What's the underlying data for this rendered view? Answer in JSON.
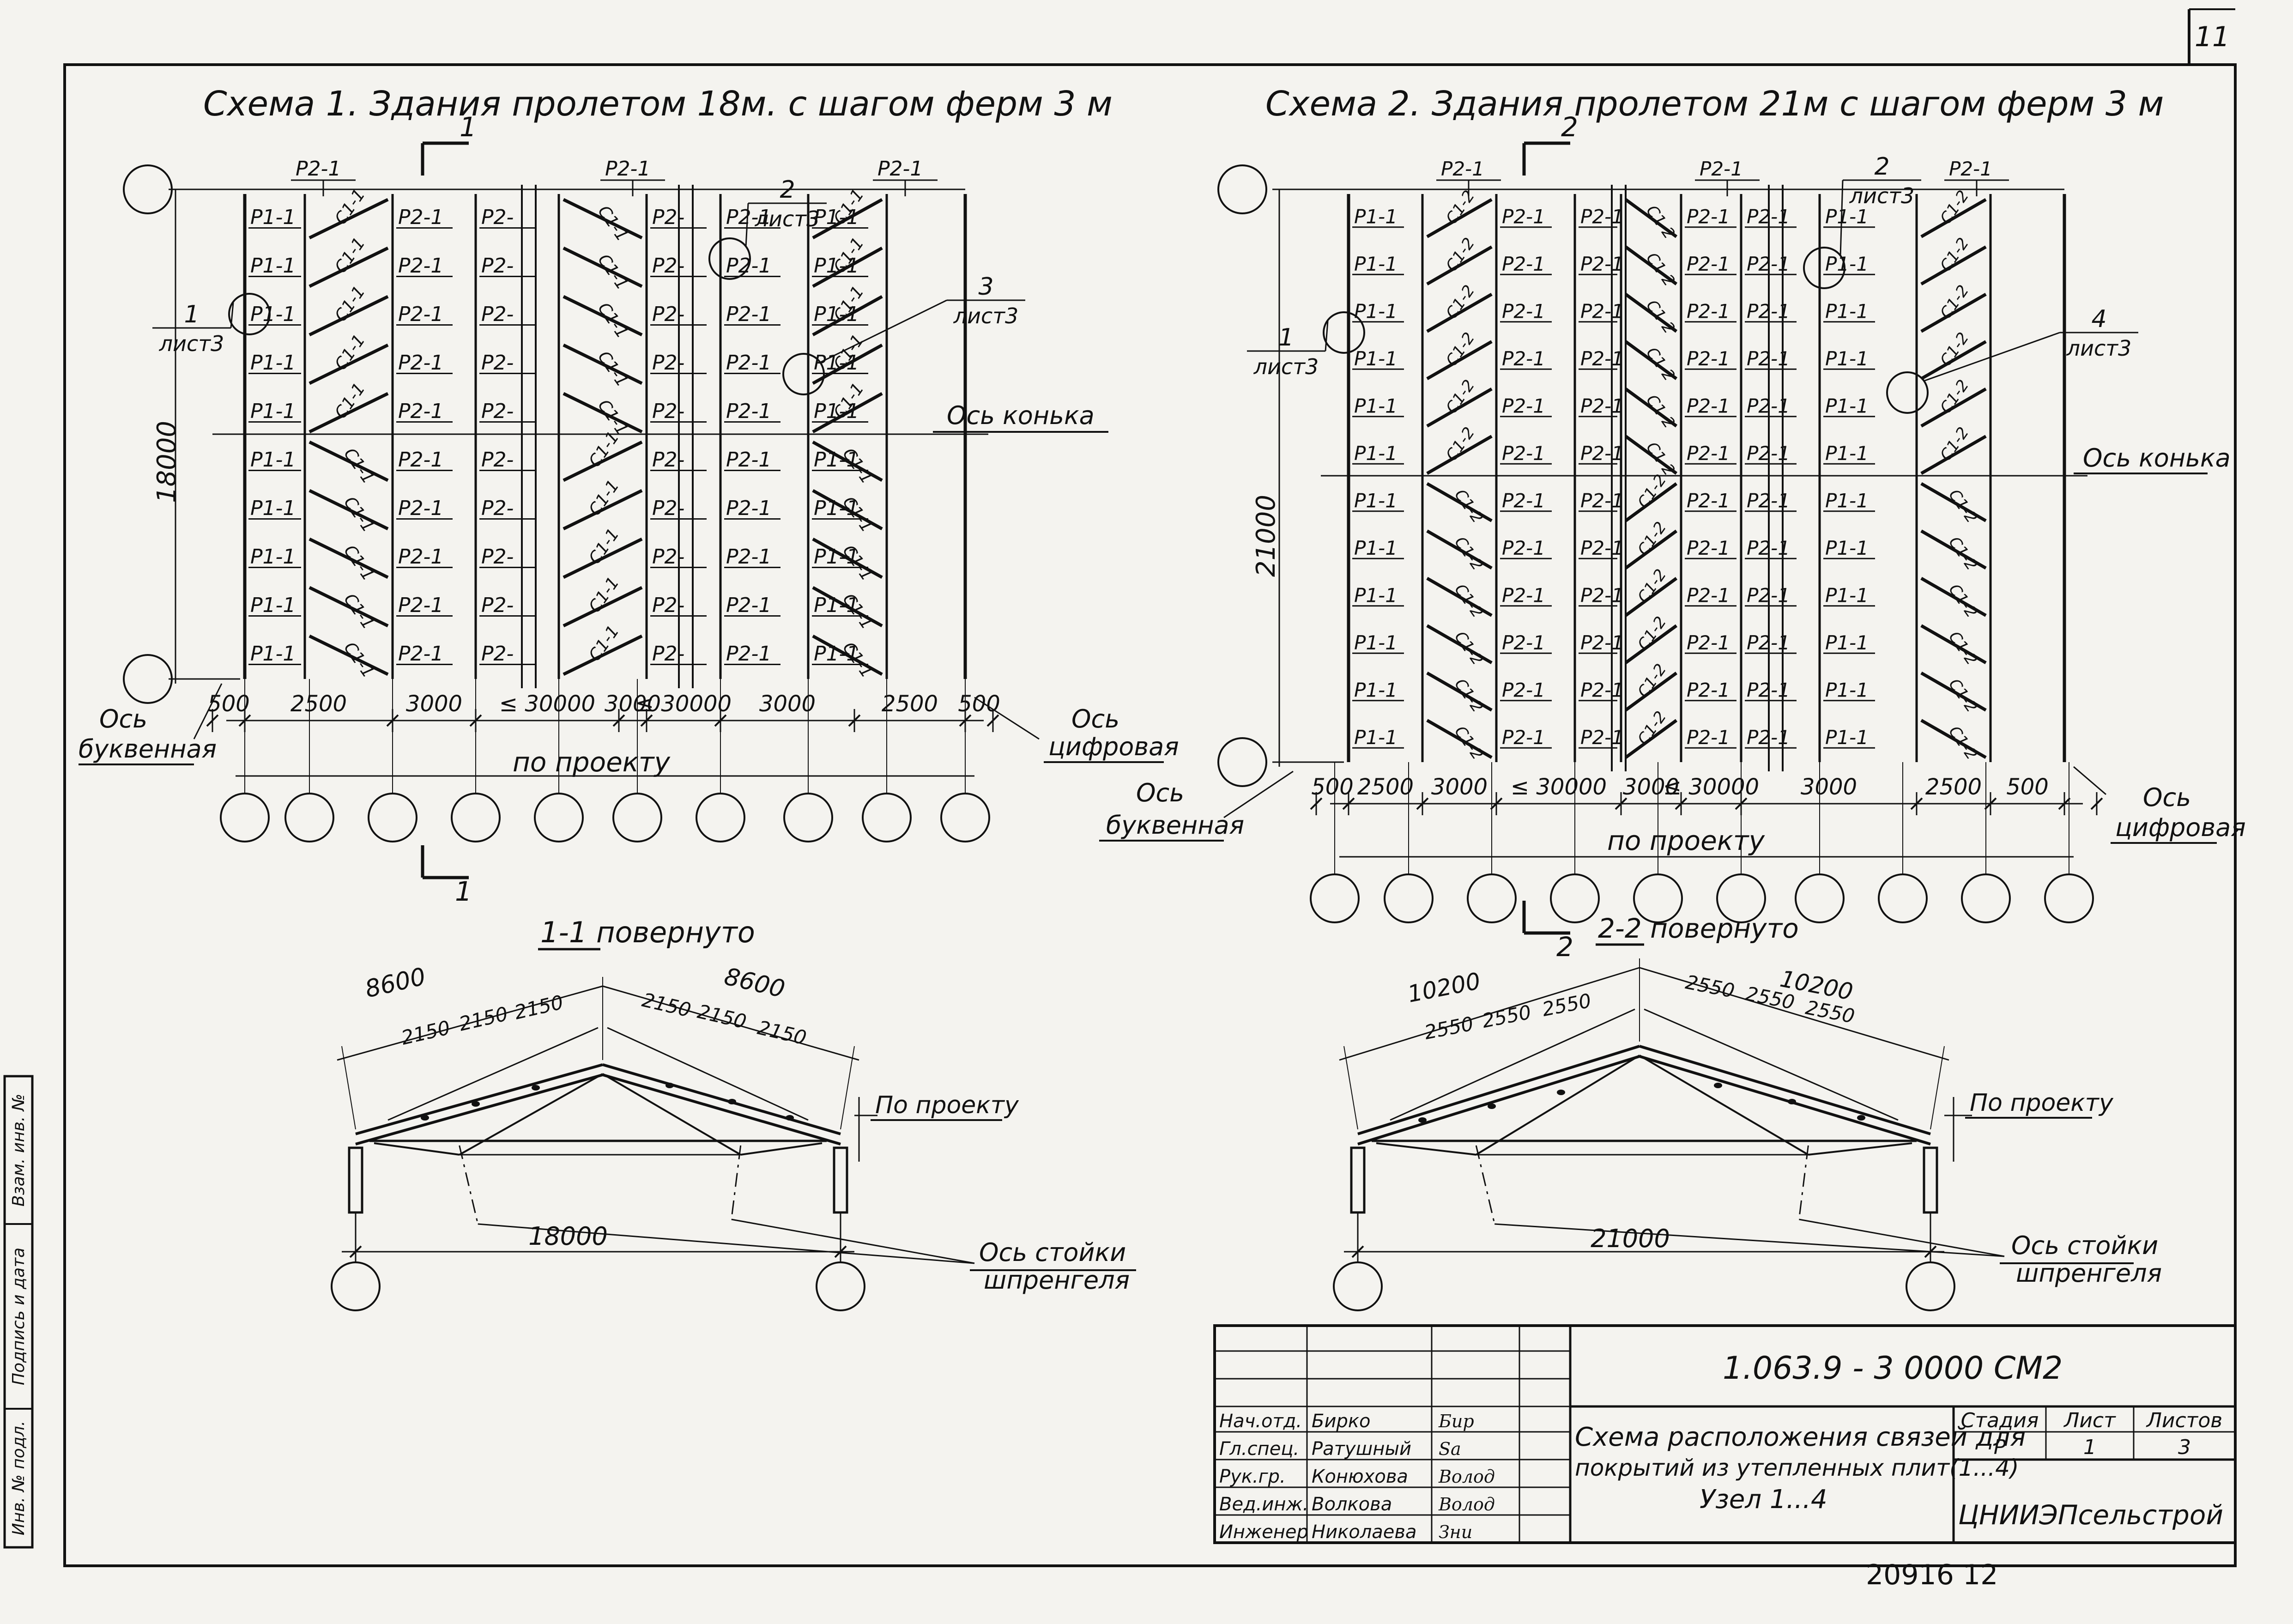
{
  "sheet": {
    "sheet_number": "11",
    "stamp_text": "20916  12",
    "code": "1.063.9 - 3      0000 CM2",
    "title_lines": [
      "Схема расположения связей для",
      "покрытий из утепленных плит(1...4)",
      "Узел 1...4"
    ],
    "organization": "ЦНИИЭПсельстрой",
    "stage_header": "Стадия",
    "stage_value": "Р",
    "list_header": "Лист",
    "list_value": "1",
    "lists_header": "Листов",
    "lists_value": "3",
    "roles": [
      "Нач.отд.",
      "Гл.спец.",
      "Рук.гр.",
      "Вед.инж.",
      "Инженер"
    ],
    "names": [
      "Бирко",
      "Ратушный",
      "Конюхова",
      "Волкова",
      "Николаева"
    ],
    "signatures": [
      "Бир",
      "Sa",
      "Волод",
      "Волод",
      "Зни"
    ],
    "side_stamp": [
      "Инв. № подл.",
      "Подпись и дата",
      "Взам. инв. №"
    ]
  },
  "scheme1": {
    "title": "Схема 1.  Здания  пролетом  18м. с  шагом  ферм 3 м",
    "row_labels": [
      [
        "P1-1",
        "",
        "P2-1",
        "P2-",
        "",
        "P2-",
        "P2-1",
        "P1-1"
      ],
      [
        "P1-1",
        "",
        "P2-1",
        "P2-",
        "",
        "P2-",
        "P2-1",
        "P1-1"
      ],
      [
        "P1-1",
        "",
        "P2-1",
        "P2-",
        "",
        "P2-",
        "P2-1",
        "P1-1"
      ],
      [
        "P1-1",
        "",
        "P2-1",
        "P2-",
        "",
        "P2-",
        "P2-1",
        "P1-1"
      ],
      [
        "P1-1",
        "",
        "P2-1",
        "P2-",
        "",
        "P2-",
        "P2-1",
        "P1-1"
      ],
      [
        "P1-1",
        "",
        "P2-1",
        "P2-",
        "",
        "P2-",
        "P2-1",
        "P1-1"
      ],
      [
        "P1-1",
        "",
        "P2-1",
        "P2-",
        "",
        "P2-",
        "P2-1",
        "P1-1"
      ],
      [
        "P1-1",
        "",
        "P2-1",
        "P2-",
        "",
        "P2-",
        "P2-1",
        "P1-1"
      ],
      [
        "P1-1",
        "",
        "P2-1",
        "P2-",
        "",
        "P2-",
        "P2-1",
        "P1-1"
      ],
      [
        "P1-1",
        "",
        "P2-1",
        "P2-",
        "",
        "P2-",
        "P2-1",
        "P1-1"
      ]
    ],
    "brace_label": "C1-1",
    "top_label": "P2-1",
    "section_mark": "1",
    "callouts": [
      {
        "num": "2",
        "sheet": "лист3"
      },
      {
        "num": "1",
        "sheet": "лист3"
      },
      {
        "num": "3",
        "sheet": "лист3"
      }
    ],
    "ridge_axis": "Ось конька",
    "dim_total": "18000",
    "axis_letter": [
      "Ось",
      "буквенная"
    ],
    "axis_digit": [
      "Ось",
      "цифровая"
    ],
    "bottom_dims": [
      "500",
      "2500",
      "3000",
      "≤ 30000",
      "3000",
      "≤ 30000",
      "3000",
      "2500",
      "500"
    ],
    "by_project": "по  проекту"
  },
  "scheme2": {
    "title": "Схема 2.  Здания  пролетом  21м  с  шагом  ферм 3 м",
    "row_labels": [
      [
        "P1-1",
        "",
        "P2-1",
        "P2-1",
        "",
        "P2-1",
        "P2-1",
        "P1-1"
      ],
      [
        "P1-1",
        "",
        "P2-1",
        "P2-1",
        "",
        "P2-1",
        "P2-1",
        "P1-1"
      ],
      [
        "P1-1",
        "",
        "P2-1",
        "P2-1",
        "",
        "P2-1",
        "P2-1",
        "P1-1"
      ],
      [
        "P1-1",
        "",
        "P2-1",
        "P2-1",
        "",
        "P2-1",
        "P2-1",
        "P1-1"
      ],
      [
        "P1-1",
        "",
        "P2-1",
        "P2-1",
        "",
        "P2-1",
        "P2-1",
        "P1-1"
      ],
      [
        "P1-1",
        "",
        "P2-1",
        "P2-1",
        "",
        "P2-1",
        "P2-1",
        "P1-1"
      ],
      [
        "P1-1",
        "",
        "P2-1",
        "P2-1",
        "",
        "P2-1",
        "P2-1",
        "P1-1"
      ],
      [
        "P1-1",
        "",
        "P2-1",
        "P2-1",
        "",
        "P2-1",
        "P2-1",
        "P1-1"
      ],
      [
        "P1-1",
        "",
        "P2-1",
        "P2-1",
        "",
        "P2-1",
        "P2-1",
        "P1-1"
      ],
      [
        "P1-1",
        "",
        "P2-1",
        "P2-1",
        "",
        "P2-1",
        "P2-1",
        "P1-1"
      ],
      [
        "P1-1",
        "",
        "P2-1",
        "P2-1",
        "",
        "P2-1",
        "P2-1",
        "P1-1"
      ],
      [
        "P1-1",
        "",
        "P2-1",
        "P2-1",
        "",
        "P2-1",
        "P2-1",
        "P1-1"
      ]
    ],
    "brace_label": "C1-2",
    "top_label": "P2-1",
    "section_mark": "2",
    "callouts": [
      {
        "num": "2",
        "sheet": "лист3"
      },
      {
        "num": "1",
        "sheet": "лист3"
      },
      {
        "num": "4",
        "sheet": "лист3"
      }
    ],
    "ridge_axis": "Ось конька",
    "dim_total": "21000",
    "axis_letter": [
      "Ось",
      "буквенная"
    ],
    "axis_digit": [
      "Ось",
      "цифровая"
    ],
    "bottom_dims": [
      "500",
      "2500",
      "3000",
      "≤ 30000",
      "3000",
      "≤ 30000",
      "3000",
      "2500",
      "500"
    ],
    "by_project": "по  проекту"
  },
  "section1": {
    "title": "1-1  повернуто",
    "slope_total": "8600",
    "panel_dims": [
      "2150",
      "2150",
      "2150"
    ],
    "span": "18000",
    "by_project": "По проекту",
    "strut_axis": [
      "Ось стойки",
      "шпренгеля"
    ]
  },
  "section2": {
    "title": "2-2  повернуто",
    "slope_total_left": "10200",
    "slope_total_right": "10200",
    "panel_dims": [
      "2550",
      "2550",
      "2550"
    ],
    "span": "21000",
    "by_project": "По проекту",
    "strut_axis": [
      "Ось стойки",
      "шпренгеля"
    ]
  }
}
